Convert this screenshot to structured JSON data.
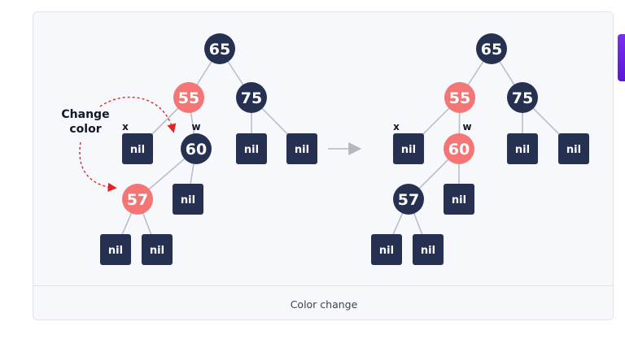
{
  "caption": "Color change",
  "annotation": {
    "line1": "Change",
    "line2": "color"
  },
  "colors": {
    "black_node": "#263152",
    "red_node": "#f47575",
    "nil_box": "#263152",
    "edge": "#b9bec8",
    "dashed_arrow": "#e02424",
    "arrow": "#b3b7bf",
    "label": "#111827"
  },
  "trees": [
    {
      "nodes": [
        {
          "id": "n65",
          "label": "65",
          "color": "black"
        },
        {
          "id": "n55",
          "label": "55",
          "color": "red"
        },
        {
          "id": "n75",
          "label": "75",
          "color": "black"
        },
        {
          "id": "n60",
          "label": "60",
          "color": "black"
        },
        {
          "id": "n57",
          "label": "57",
          "color": "red"
        }
      ],
      "nils": [
        "nil",
        "nil",
        "nil",
        "nil",
        "nil",
        "nil"
      ],
      "markers": {
        "x": "x",
        "w": "w"
      }
    },
    {
      "nodes": [
        {
          "id": "n65",
          "label": "65",
          "color": "black"
        },
        {
          "id": "n55",
          "label": "55",
          "color": "red"
        },
        {
          "id": "n75",
          "label": "75",
          "color": "black"
        },
        {
          "id": "n60",
          "label": "60",
          "color": "red"
        },
        {
          "id": "n57",
          "label": "57",
          "color": "black"
        }
      ],
      "nils": [
        "nil",
        "nil",
        "nil",
        "nil",
        "nil",
        "nil"
      ],
      "markers": {
        "x": "x",
        "w": "w"
      }
    }
  ]
}
